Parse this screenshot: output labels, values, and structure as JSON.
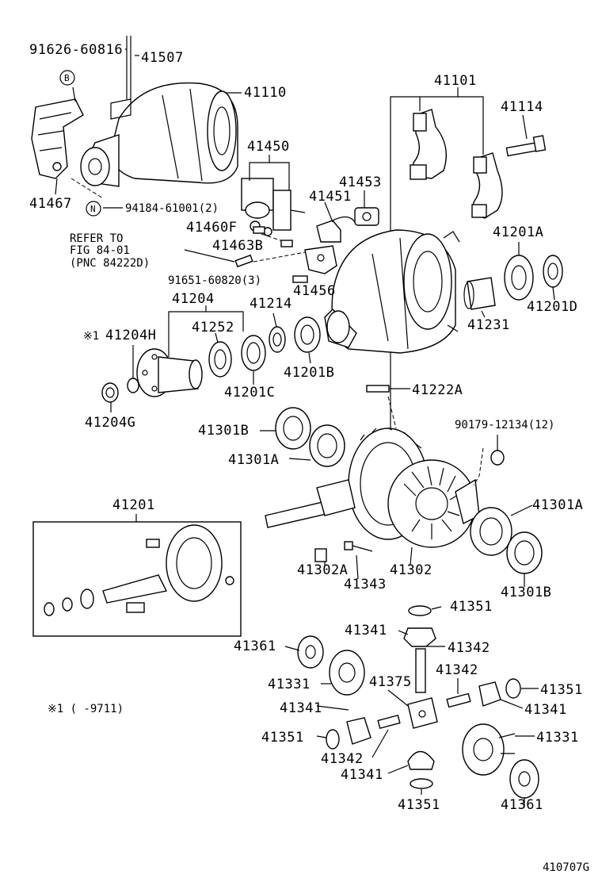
{
  "labels": {
    "l91626_60816": "91626-60816",
    "l41507": "41507",
    "lB": "B",
    "l41110": "41110",
    "l41101": "41101",
    "l41114": "41114",
    "l41450": "41450",
    "l41467": "41467",
    "lN": "N",
    "l94184": "94184-61001(2)",
    "l41453": "41453",
    "l41451": "41451",
    "l41460F": "41460F",
    "l41463B": "41463B",
    "refer1": "REFER TO",
    "refer2": "FIG 84-01",
    "refer3": "(PNC 84222D)",
    "l91651": "91651-60820(3)",
    "l41456": "41456",
    "l41201A": "41201A",
    "l41204": "41204",
    "l41214": "41214",
    "l41201D": "41201D",
    "l41204H": "41204H",
    "mark1": "※1",
    "l41252": "41252",
    "l41231": "41231",
    "l41201B": "41201B",
    "l41201C": "41201C",
    "l41204G": "41204G",
    "l41222A": "41222A",
    "l41301B_top": "41301B",
    "l90179": "90179-12134(12)",
    "l41301A_top": "41301A",
    "l41201": "41201",
    "l41301A_right": "41301A",
    "l41302A": "41302A",
    "l41302": "41302",
    "l41343": "41343",
    "l41301B_right": "41301B",
    "l41351_a": "41351",
    "l41341_a": "41341",
    "l41342_a": "41342",
    "l41361_a": "41361",
    "l41342_b": "41342",
    "l41331_a": "41331",
    "l41375": "41375",
    "l41351_b": "41351",
    "l41341_b": "41341",
    "footnote": "※1 (    -9711)",
    "l41341_c": "41341",
    "l41331_b": "41331",
    "l41351_c": "41351",
    "l41342_c": "41342",
    "l41341_d": "41341",
    "l41351_d": "41351",
    "l41361_b": "41361",
    "figure_code": "410707G"
  }
}
